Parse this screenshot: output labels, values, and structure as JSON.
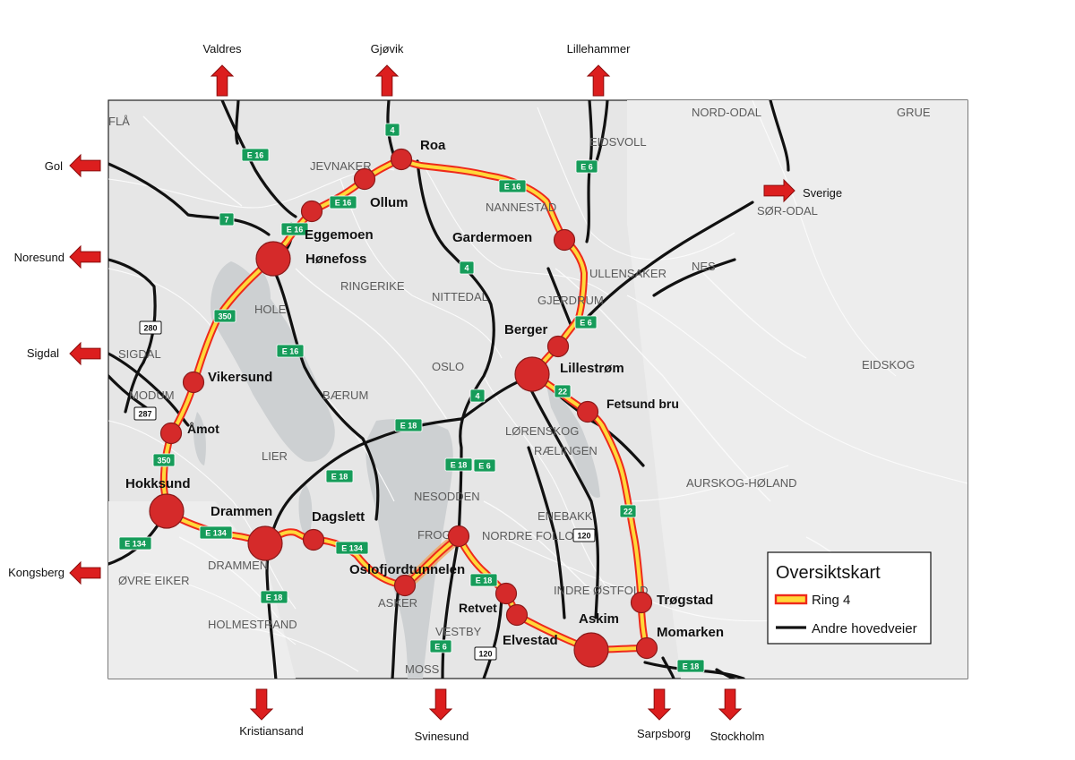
{
  "map": {
    "legend": {
      "title": "Oversiktskart",
      "items": [
        {
          "label": "Ring 4",
          "kind": "ring"
        },
        {
          "label": "Andre hovedveier",
          "kind": "road"
        }
      ]
    },
    "colors": {
      "ring": "#ffd83a",
      "ring_edge": "#ee2a1b",
      "node": "#d52a2a",
      "road": "#111111",
      "shield": "#169c5a",
      "arrow": "#dc1e1e"
    },
    "directions": [
      {
        "id": "valdres",
        "label": "Valdres",
        "dir": "up"
      },
      {
        "id": "gjovik",
        "label": "Gjøvik",
        "dir": "up"
      },
      {
        "id": "lillehammer",
        "label": "Lillehammer",
        "dir": "up"
      },
      {
        "id": "gol",
        "label": "Gol",
        "dir": "left"
      },
      {
        "id": "noresund",
        "label": "Noresund",
        "dir": "left"
      },
      {
        "id": "sigdal",
        "label": "Sigdal",
        "dir": "left"
      },
      {
        "id": "kongsberg",
        "label": "Kongsberg",
        "dir": "left"
      },
      {
        "id": "sverige",
        "label": "Sverige",
        "dir": "right"
      },
      {
        "id": "kristiansand",
        "label": "Kristiansand",
        "dir": "down"
      },
      {
        "id": "svinesund",
        "label": "Svinesund",
        "dir": "down"
      },
      {
        "id": "sarpsborg",
        "label": "Sarpsborg",
        "dir": "down"
      },
      {
        "id": "stockholm",
        "label": "Stockholm",
        "dir": "down"
      }
    ],
    "places": [
      {
        "id": "roa",
        "label": "Roa",
        "size": "small"
      },
      {
        "id": "ollum",
        "label": "Ollum",
        "size": "small"
      },
      {
        "id": "eggemoen",
        "label": "Eggemoen",
        "size": "small"
      },
      {
        "id": "honefoss",
        "label": "Hønefoss",
        "size": "large"
      },
      {
        "id": "gardermoen",
        "label": "Gardermoen",
        "size": "small"
      },
      {
        "id": "berger",
        "label": "Berger",
        "size": "small"
      },
      {
        "id": "lillestrom",
        "label": "Lillestrøm",
        "size": "large"
      },
      {
        "id": "fetsund",
        "label": "Fetsund bru",
        "size": "small"
      },
      {
        "id": "vikersund",
        "label": "Vikersund",
        "size": "small"
      },
      {
        "id": "amot",
        "label": "Åmot",
        "size": "small"
      },
      {
        "id": "hokksund",
        "label": "Hokksund",
        "size": "large"
      },
      {
        "id": "drammen",
        "label": "Drammen",
        "size": "large"
      },
      {
        "id": "dagslett",
        "label": "Dagslett",
        "size": "small"
      },
      {
        "id": "oslofjord",
        "label": "Oslofjordtunnelen",
        "size": "small"
      },
      {
        "id": "frogn",
        "label": "",
        "size": "small"
      },
      {
        "id": "retvet",
        "label": "Retvet",
        "size": "small"
      },
      {
        "id": "elvestad",
        "label": "Elvestad",
        "size": "small"
      },
      {
        "id": "askim",
        "label": "Askim",
        "size": "large"
      },
      {
        "id": "trogstad",
        "label": "Trøgstad",
        "size": "small"
      },
      {
        "id": "momarken",
        "label": "Momarken",
        "size": "small"
      }
    ],
    "municipalities": [
      "FLÅ",
      "NORD-ODAL",
      "GRUE",
      "EIDSVOLL",
      "JEVNAKER",
      "NANNESTAD",
      "SØR-ODAL",
      "ULLENSAKER",
      "NES",
      "RINGERIKE",
      "NITTEDAL",
      "GJERDRUM",
      "HOLE",
      "SIGDAL",
      "OSLO",
      "EIDSKOG",
      "MODUM",
      "BÆRUM",
      "LØRENSKOG",
      "RÆLINGEN",
      "LIER",
      "AURSKOG-HØLAND",
      "NESODDEN",
      "ENEBAKK",
      "FROGN",
      "NORDRE FOLLO",
      "DRAMMEN",
      "ØVRE EIKER",
      "INDRE ØSTFOLD",
      "ASKER",
      "HOLMESTRAND",
      "VESTBY",
      "MOSS"
    ],
    "shields": [
      {
        "text": "E 16",
        "type": "green"
      },
      {
        "text": "4",
        "type": "green"
      },
      {
        "text": "E 16",
        "type": "green"
      },
      {
        "text": "E 6",
        "type": "green"
      },
      {
        "text": "7",
        "type": "green"
      },
      {
        "text": "E 16",
        "type": "green"
      },
      {
        "text": "E 16",
        "type": "green"
      },
      {
        "text": "4",
        "type": "green"
      },
      {
        "text": "E 6",
        "type": "green"
      },
      {
        "text": "280",
        "type": "white"
      },
      {
        "text": "350",
        "type": "green"
      },
      {
        "text": "E 16",
        "type": "green"
      },
      {
        "text": "4",
        "type": "green"
      },
      {
        "text": "22",
        "type": "green"
      },
      {
        "text": "287",
        "type": "white"
      },
      {
        "text": "E 18",
        "type": "green"
      },
      {
        "text": "350",
        "type": "green"
      },
      {
        "text": "E 18",
        "type": "green"
      },
      {
        "text": "E 18",
        "type": "green"
      },
      {
        "text": "E 6",
        "type": "green"
      },
      {
        "text": "22",
        "type": "green"
      },
      {
        "text": "E 134",
        "type": "green"
      },
      {
        "text": "E 134",
        "type": "green"
      },
      {
        "text": "120",
        "type": "white"
      },
      {
        "text": "E 134",
        "type": "green"
      },
      {
        "text": "E 18",
        "type": "green"
      },
      {
        "text": "E 18",
        "type": "green"
      },
      {
        "text": "E 6",
        "type": "green"
      },
      {
        "text": "120",
        "type": "white"
      },
      {
        "text": "E 18",
        "type": "green"
      }
    ]
  }
}
